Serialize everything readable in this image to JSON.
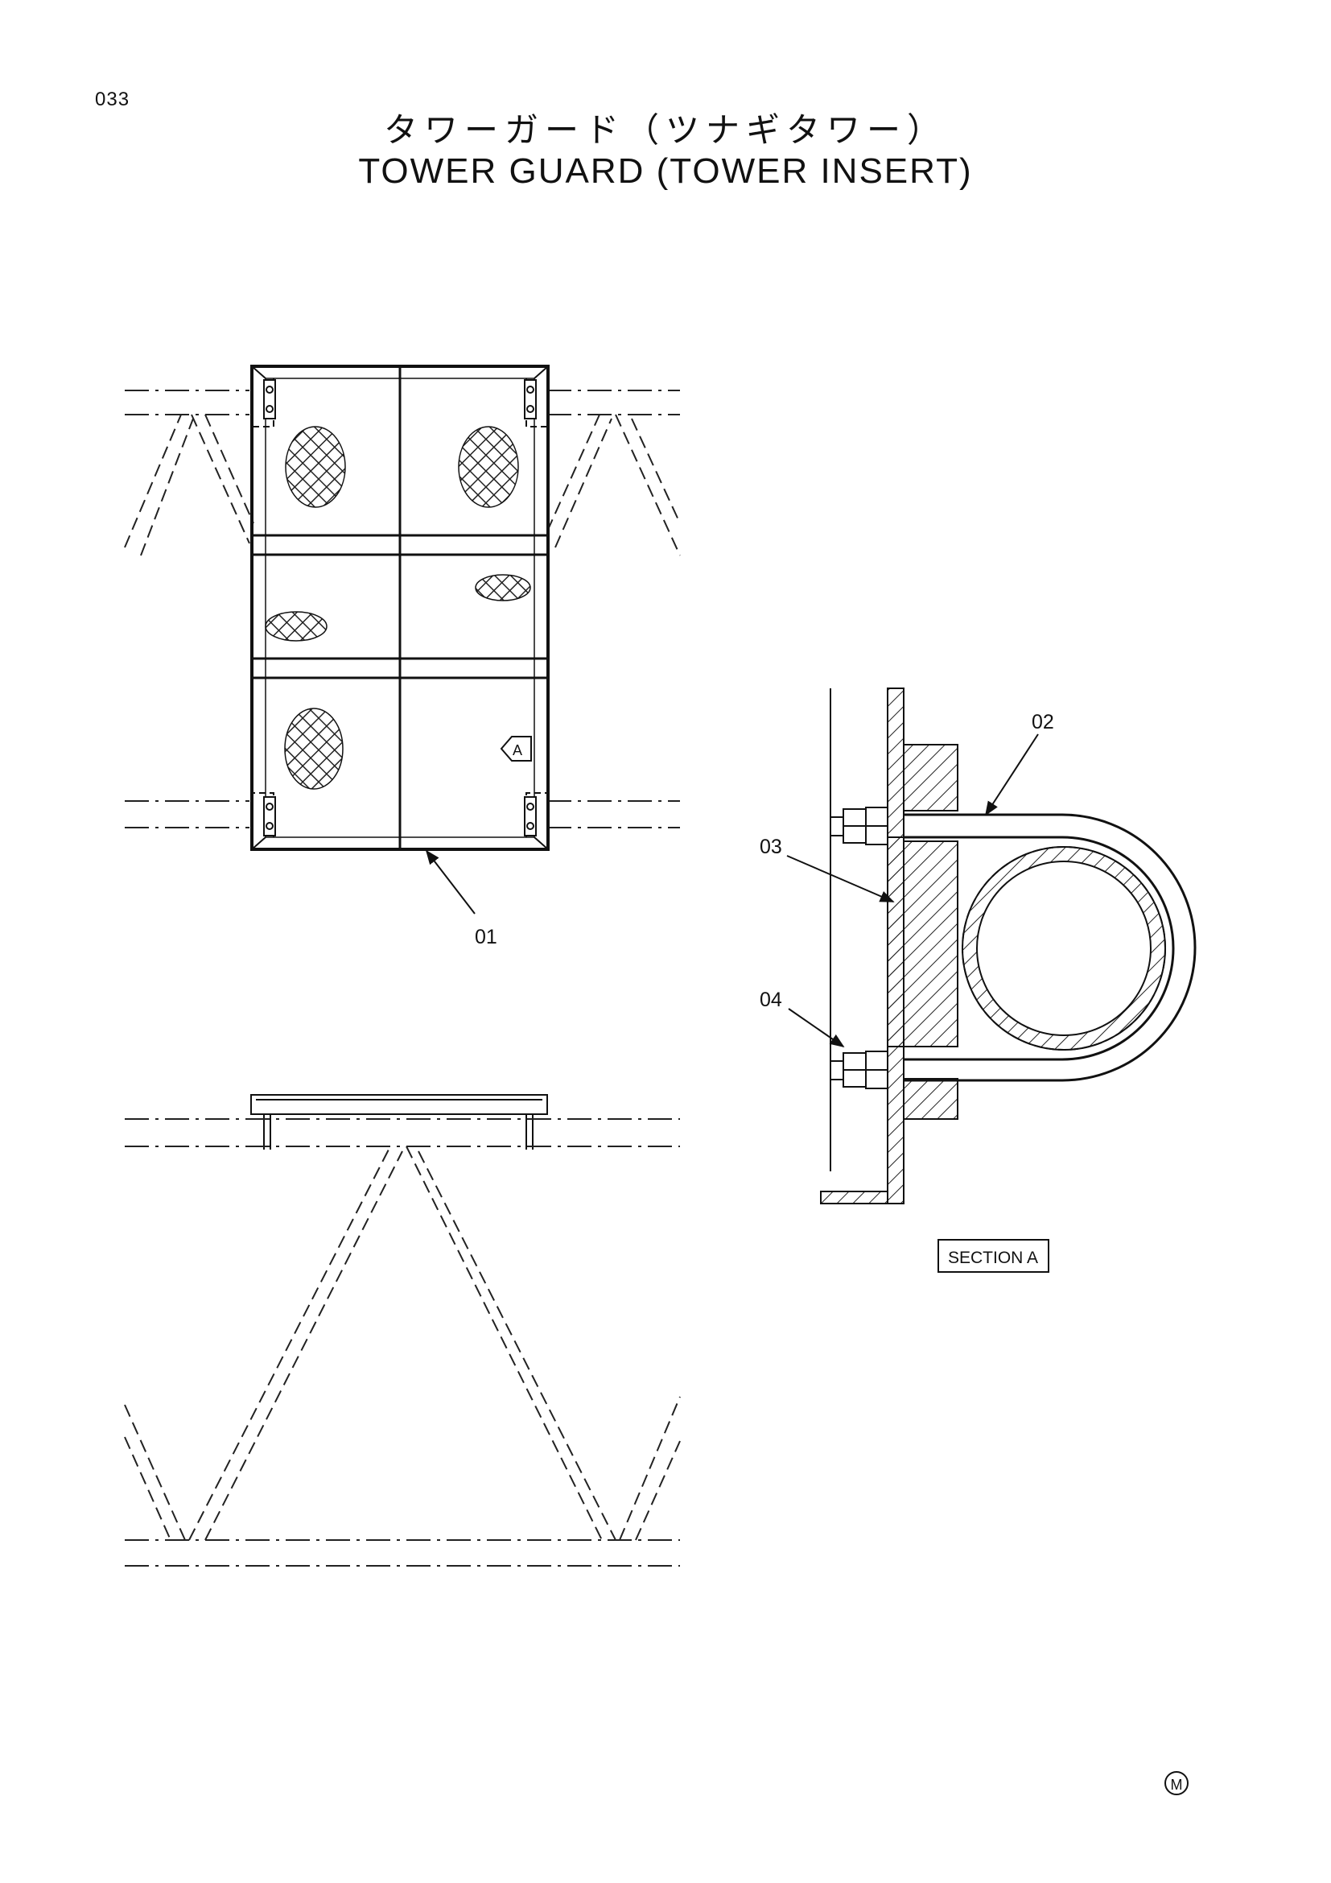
{
  "header": {
    "page_number": "033",
    "title_jp": "タワーガード（ツナギタワー）",
    "title_en": "TOWER GUARD (TOWER INSERT)"
  },
  "callouts": {
    "p01": "01",
    "p02": "02",
    "p03": "03",
    "p04": "04"
  },
  "view_marker": "A",
  "section_label": "SECTION A",
  "mark": "M"
}
